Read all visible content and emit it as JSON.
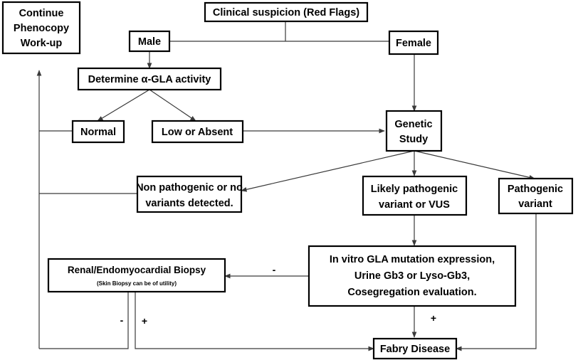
{
  "nodes": {
    "continue": [
      "Continue",
      "Phenocopy",
      "Work-up"
    ],
    "clinical": "Clinical suspicion (Red Flags)",
    "male": "Male",
    "female": "Female",
    "alpha_gla": "Determine α-GLA activity",
    "normal": "Normal",
    "low_absent": "Low or Absent",
    "genetic": [
      "Genetic",
      "Study"
    ],
    "non_pathogenic": [
      "Non pathogenic or no",
      "variants detected."
    ],
    "likely_pathogenic": [
      "Likely pathogenic",
      "variant or VUS"
    ],
    "pathogenic": [
      "Pathogenic",
      "variant"
    ],
    "in_vitro": [
      "In vitro GLA mutation expression,",
      "Urine Gb3 or Lyso-Gb3,",
      "Cosegregation evaluation."
    ],
    "biopsy": "Renal/Endomyocardial Biopsy",
    "biopsy_note": "(Skin Biopsy can be of utility)",
    "fabry": "Fabry Disease"
  },
  "edge_labels": {
    "invitro_to_biopsy": "-",
    "invitro_to_fabry": "+",
    "biopsy_neg": "-",
    "biopsy_pos": "+"
  }
}
